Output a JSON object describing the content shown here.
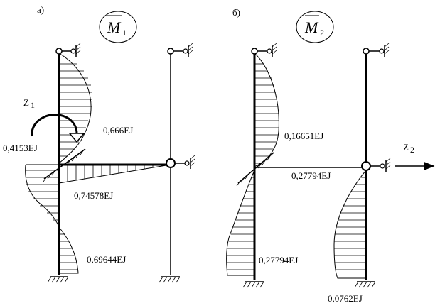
{
  "panel_a": {
    "letter": "а)",
    "moment_symbol": "M",
    "moment_subscript": "1",
    "rotation_label": "Z",
    "rotation_subscript": "1",
    "values": {
      "top": "0,666EJ",
      "left": "0,4153EJ",
      "beam": "0,74578EJ",
      "bottom": "0,69644EJ"
    }
  },
  "panel_b": {
    "letter": "б)",
    "moment_symbol": "M",
    "moment_subscript": "2",
    "displacement_label": "Z",
    "displacement_subscript": "2",
    "values": {
      "top": "0,16651EJ",
      "beam": "0,27794EJ",
      "left_bottom": "0,27794EJ",
      "right_bottom": "0,0762EJ"
    }
  }
}
